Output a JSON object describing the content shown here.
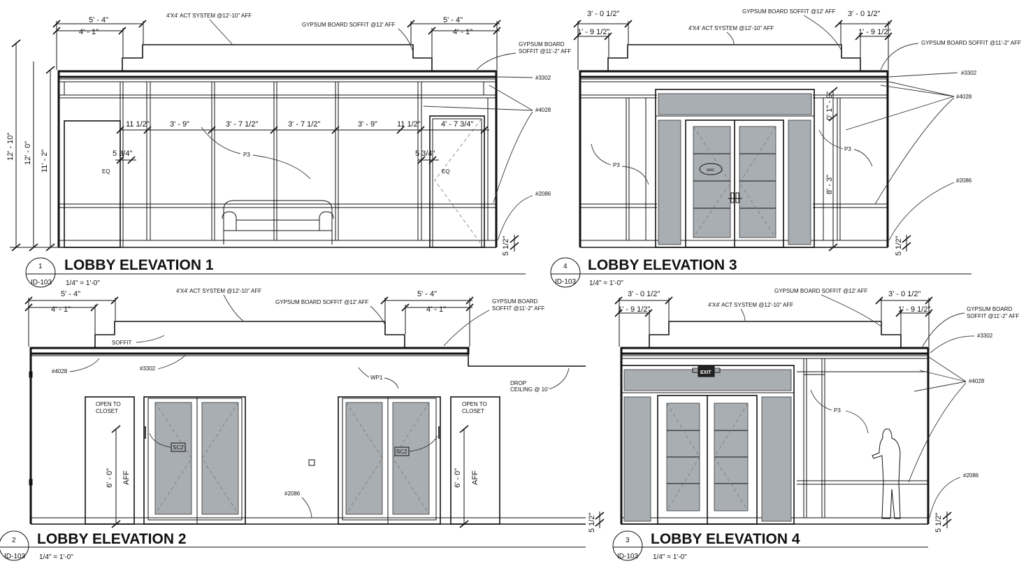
{
  "elevations": [
    {
      "number": "1",
      "sheet": "ID-103",
      "title": "LOBBY ELEVATION 1",
      "scale": "1/4\" = 1'-0\"",
      "dims": {
        "d1": "5' - 4\"",
        "d2": "4' - 1\"",
        "d3": "5' - 4\"",
        "d4": "4' - 1\"",
        "h1": "12' - 10\"",
        "h2": "12' - 0\"",
        "h3": "11' - 2\"",
        "w1": "11 1/2\"",
        "w2": "3' - 9\"",
        "w3": "3' - 7 1/2\"",
        "w4": "3' - 7 1/2\"",
        "w5": "3' - 9\"",
        "w6": "11 1/2\"",
        "w7": "4' - 7 3/4\"",
        "s1": "5 3/4\"",
        "s2": "5 3/4\"",
        "eq1": "EQ",
        "eq2": "EQ",
        "base": "5 1/2\""
      },
      "notes": {
        "act": "4'X4' ACT SYSTEM @12'-10\" AFF",
        "soffit12": "GYPSUM BOARD SOFFIT @12' AFF",
        "soffit11a": "GYPSUM BOARD",
        "soffit11b": "SOFFIT @11'-2\" AFF",
        "r3302": "#3302",
        "r4028": "#4028",
        "r2086": "#2086",
        "p3": "P3"
      }
    },
    {
      "number": "4",
      "sheet": "ID-103",
      "title": "LOBBY ELEVATION 3",
      "scale": "1/4\" = 1'-0\"",
      "dims": {
        "d1": "3' - 0 1/2\"",
        "d2": "1' - 9 1/2\"",
        "d3": "3' - 0 1/2\"",
        "d4": "1' - 9 1/2\"",
        "v1": "0' 1\" - 9\"",
        "v2": "8' - 3\"",
        "base": "5 1/2\""
      },
      "notes": {
        "act": "4'X4' ACT SYSTEM @12'-10\" AFF",
        "soffit12": "GYPSUM BOARD SOFFIT @12' AFF",
        "soffit11": "GYPSUM BOARD SOFFIT @11'-2\" AFF",
        "r3302": "#3302",
        "r4028": "#4028",
        "r2086": "#2086",
        "p3a": "P3",
        "p3b": "P3",
        "logo": "WAC"
      }
    },
    {
      "number": "2",
      "sheet": "ID-103",
      "title": "LOBBY ELEVATION 2",
      "scale": "1/4\" = 1'-0\"",
      "dims": {
        "d1": "5' - 4\"",
        "d2": "4' - 1\"",
        "d3": "5' - 4\"",
        "d4": "4' - 1\"",
        "v1": "6' - 0\"",
        "v1b": "AFF",
        "v2": "6' - 0\"",
        "v2b": "AFF",
        "base": "5 1/2\""
      },
      "notes": {
        "act": "4'X4' ACT SYSTEM @12'-10\" AFF",
        "soffit12": "GYPSUM BOARD SOFFIT @12' AFF",
        "soffit11a": "GYPSUM BOARD",
        "soffit11b": "SOFFIT @11'-2\" AFF",
        "soffit": "SOFFIT",
        "r4028": "#4028",
        "r3302": "#3302",
        "wp1": "WP1",
        "drop1": "DROP",
        "drop2": "CEILING @ 10'",
        "closet1a": "OPEN TO",
        "closet1b": "CLOSET",
        "closet2a": "OPEN TO",
        "closet2b": "CLOSET",
        "sc2a": "SC2",
        "sc2b": "SC2",
        "r2086": "#2086"
      }
    },
    {
      "number": "3",
      "sheet": "ID-103",
      "title": "LOBBY ELEVATION 4",
      "scale": "1/4\" = 1'-0\"",
      "dims": {
        "d1": "3' - 0 1/2\"",
        "d2": "1' - 9 1/2\"",
        "d3": "3' - 0 1/2\"",
        "d4": "1' - 9 1/2\"",
        "base": "5 1/2\""
      },
      "notes": {
        "act": "4'X4' ACT SYSTEM @12'-10\" AFF",
        "soffit12": "GYPSUM BOARD SOFFIT @12' AFF",
        "soffit11a": "GYPSUM BOARD",
        "soffit11b": "SOFFIT @11'-2\" AFF",
        "r3302": "#3302",
        "r4028": "#4028",
        "r2086": "#2086",
        "p3": "P3",
        "exit": "EXIT"
      }
    }
  ]
}
